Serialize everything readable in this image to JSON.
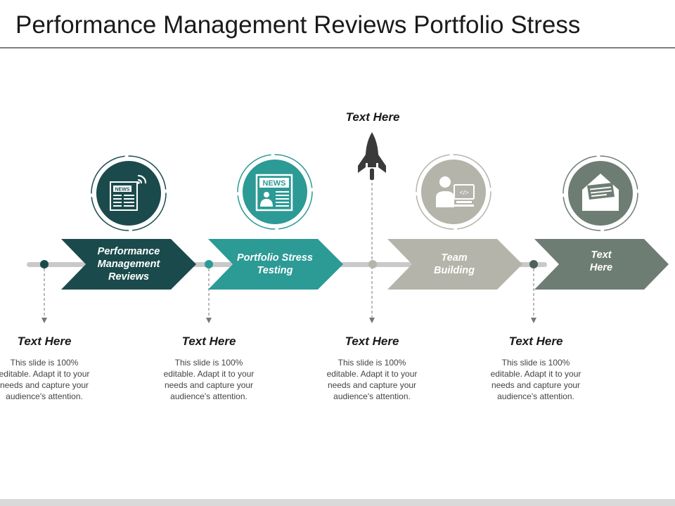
{
  "title": "Performance Management Reviews Portfolio Stress",
  "colors": {
    "dark_teal": "#1b4a4c",
    "teal": "#2c9a95",
    "light_gray": "#b5b4aa",
    "slate_gray": "#6d7d74",
    "connector": "#c9c9c9"
  },
  "top_label": "Text Here",
  "steps": [
    {
      "label": "Performance\nManagement\nReviews",
      "icon": "news-feed-icon"
    },
    {
      "label": "Portfolio Stress\nTesting",
      "icon": "newspaper-icon"
    },
    {
      "label": "Team\nBuilding",
      "icon": "developer-icon"
    },
    {
      "label": "Text\nHere",
      "icon": "envelope-icon"
    }
  ],
  "notes": [
    {
      "heading": "Text Here",
      "body": "This slide is 100% editable. Adapt it to your needs and capture your audience's attention."
    },
    {
      "heading": "Text Here",
      "body": "This slide is 100% editable. Adapt it to your needs and capture your audience's attention."
    },
    {
      "heading": "Text Here",
      "body": "This slide is 100% editable. Adapt it to your needs and capture your audience's attention."
    },
    {
      "heading": "Text Here",
      "body": "This slide is 100% editable. Adapt it to your needs and capture your audience's attention."
    }
  ]
}
